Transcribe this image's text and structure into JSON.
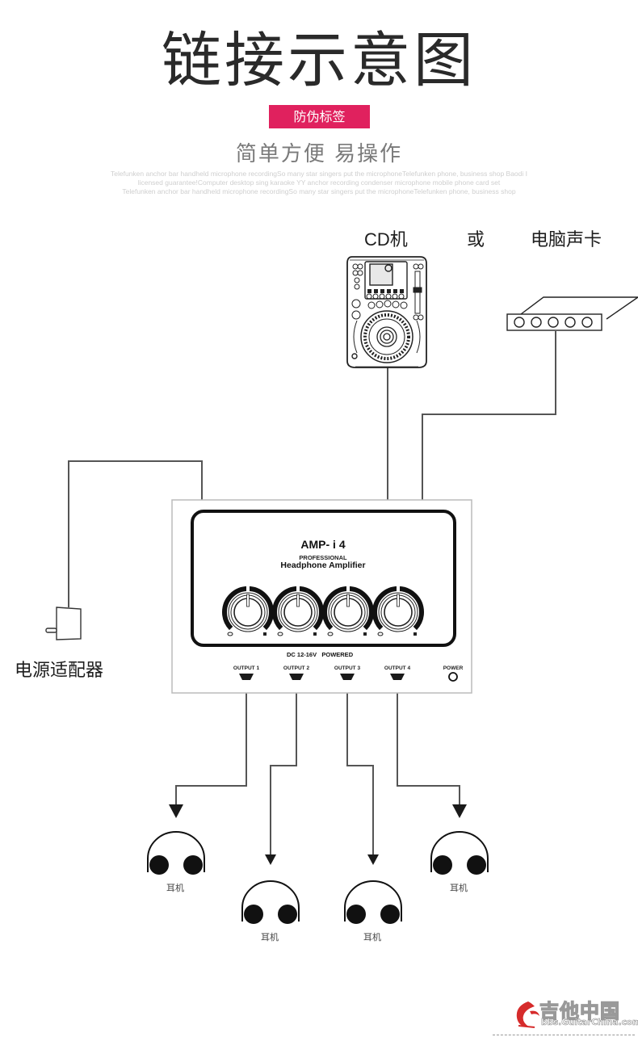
{
  "header": {
    "title": "链接示意图",
    "badge": "防伪标签",
    "subtitle": "简单方便 易操作",
    "filler_lines": [
      "Telefunken anchor bar handheld microphone recordingSo many star singers put the microphoneTelefunken phone, business shop Baodi I",
      "licensed guarantee!Computer desktop sing karaoke YY anchor recording condenser microphone mobile phone card set",
      "Telefunken anchor bar handheld microphone recordingSo many star singers put the microphoneTelefunken phone, business shop"
    ]
  },
  "sources": {
    "cd_label": "CD机",
    "or_label": "或",
    "soundcard_label": "电脑声卡"
  },
  "power": {
    "label": "电源适配器"
  },
  "amplifier": {
    "model": "AMP- i 4",
    "line1": "PROFESSIONAL",
    "line2": "Headphone Amplifier",
    "power_spec": "DC 12-16V   POWERED",
    "outputs": [
      "OUTPUT 1",
      "OUTPUT 2",
      "OUTPUT 3",
      "OUTPUT 4"
    ],
    "power_indicator": "POWER",
    "knob_count": 4
  },
  "headphones": [
    {
      "label": "耳机"
    },
    {
      "label": "耳机"
    },
    {
      "label": "耳机"
    },
    {
      "label": "耳机"
    }
  ],
  "watermark": {
    "brand": "吉他中国",
    "url": "bbs.GuitarChina.com",
    "accent": "#d62b2b"
  },
  "colors": {
    "badge": "#e0215e",
    "line": "#555555",
    "device": "#111111"
  }
}
